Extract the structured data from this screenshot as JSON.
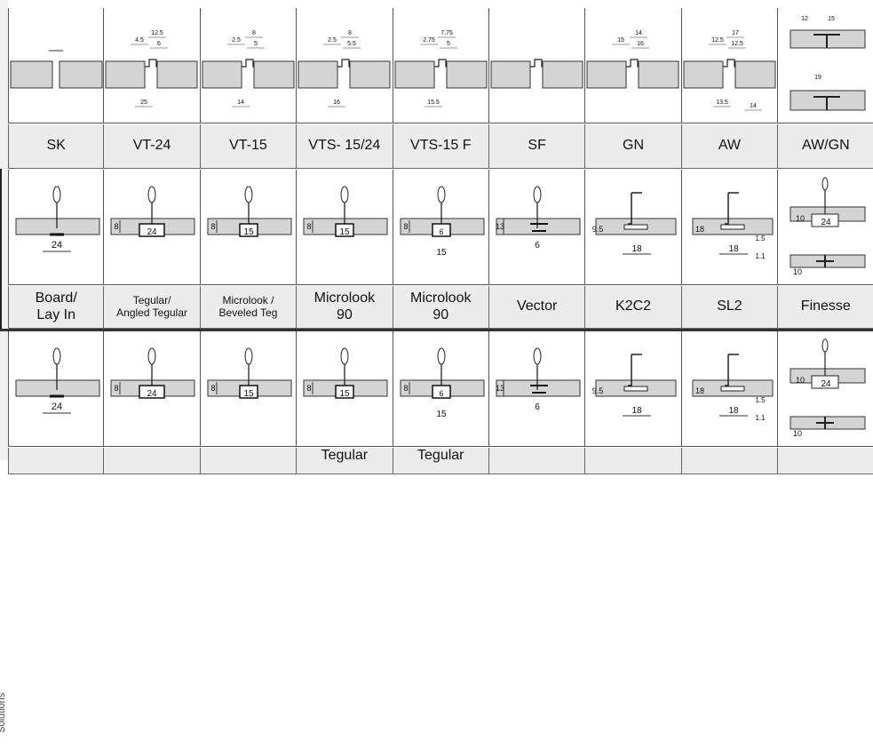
{
  "sections": [
    {
      "id": "edges",
      "labels": [
        {
          "key": "sk",
          "text": "SK"
        },
        {
          "key": "vt24",
          "text": "VT-24"
        },
        {
          "key": "vt15",
          "text": "VT-15"
        },
        {
          "key": "vts1524",
          "text": "VTS- 15/24"
        },
        {
          "key": "vts15f",
          "text": "VTS-15 F"
        },
        {
          "key": "sf",
          "text": "SF"
        },
        {
          "key": "gn",
          "text": "GN"
        },
        {
          "key": "aw",
          "text": "AW"
        },
        {
          "key": "awgn",
          "text": "AW/GN"
        }
      ],
      "dims": {
        "vt24": [
          "12.5",
          "4.5",
          "6",
          "25"
        ],
        "vt15": [
          "8",
          "2.5",
          "5",
          "14"
        ],
        "vts1524": [
          "8",
          "2.5",
          "5.5",
          "16"
        ],
        "vts15f": [
          "7.75",
          "2.75",
          "5",
          "15.5"
        ],
        "gn": [
          "14",
          "15",
          "16"
        ],
        "aw": [
          "17",
          "12.5",
          "12.5",
          "13.5",
          "14"
        ],
        "awgn": [
          "12",
          "15",
          "19"
        ]
      }
    },
    {
      "id": "suspension",
      "labels": [
        {
          "key": "board",
          "text": "Board/\nLay In",
          "small": false
        },
        {
          "key": "tegular",
          "text": "Tegular/\nAngled Tegular",
          "small": true
        },
        {
          "key": "microlook",
          "text": "Microlook /\nBeveled Teg",
          "small": true
        },
        {
          "key": "ml90a",
          "text": "Microlook\n90",
          "small": false
        },
        {
          "key": "ml90b",
          "text": "Microlook\n90",
          "small": false
        },
        {
          "key": "vector",
          "text": "Vector",
          "small": false
        },
        {
          "key": "k2c2",
          "text": "K2C2",
          "small": false
        },
        {
          "key": "sl2",
          "text": "SL2",
          "small": false
        },
        {
          "key": "finesse",
          "text": "Finesse",
          "small": false
        }
      ],
      "dims": {
        "board": [
          "24"
        ],
        "tegular": [
          "8",
          "24"
        ],
        "microlook": [
          "8",
          "15"
        ],
        "ml90a": [
          "8",
          "15"
        ],
        "ml90b": [
          "8",
          "6",
          "15"
        ],
        "vector": [
          "13",
          "6"
        ],
        "k2c2": [
          "9.5",
          "18"
        ],
        "sl2": [
          "18",
          "1.5",
          "1.1"
        ],
        "finesse": [
          "10",
          "24",
          "10"
        ]
      }
    },
    {
      "id": "solutions",
      "side_label": "Solutions",
      "labels": [
        {
          "key": "s1",
          "text": ""
        },
        {
          "key": "s2",
          "text": ""
        },
        {
          "key": "s3",
          "text": ""
        },
        {
          "key": "s4",
          "text": "Tegular"
        },
        {
          "key": "s5",
          "text": "Tegular"
        },
        {
          "key": "s6",
          "text": ""
        },
        {
          "key": "s7",
          "text": ""
        },
        {
          "key": "s8",
          "text": ""
        },
        {
          "key": "s9",
          "text": ""
        }
      ],
      "dims": {
        "board": [
          "24"
        ],
        "tegular": [
          "8",
          "24"
        ],
        "microlook": [
          "8",
          "15"
        ],
        "ml90a": [
          "8",
          "15"
        ],
        "ml90b": [
          "8",
          "6",
          "15"
        ],
        "vector": [
          "13",
          "6"
        ],
        "k2c2": [
          "9.5",
          "18"
        ],
        "sl2": [
          "18",
          "1.5",
          "1.1"
        ],
        "finesse": [
          "10",
          "24",
          "10"
        ]
      }
    }
  ]
}
